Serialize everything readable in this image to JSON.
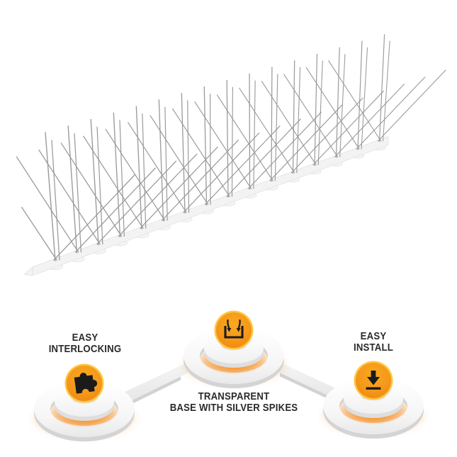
{
  "colors": {
    "background": "#FFFFFF",
    "label_text": "#2B2B2B",
    "icon": "#1B1B1B",
    "badge_fill": "#F5981B",
    "badge_border": "#FFC640",
    "glow_orange": "#F28411",
    "ring_white": "#FFFFFF",
    "ring_shadow": "#D4D4D4",
    "beam_gray": "#EDEDED",
    "spike_gray": "#9A9A9A",
    "base_gray": "#F3F3F3"
  },
  "features": [
    {
      "id": "easy-interlocking",
      "line1": "EASY",
      "line2": "INTERLOCKING",
      "icon": "puzzle-icon"
    },
    {
      "id": "transparent-base",
      "line1": "TRANSPARENT",
      "line2": "BASE WITH SILVER SPIKES",
      "icon": "spikes-into-base-icon"
    },
    {
      "id": "easy-install",
      "line1": "EASY",
      "line2": "INSTALL",
      "icon": "download-arrow-icon"
    }
  ]
}
